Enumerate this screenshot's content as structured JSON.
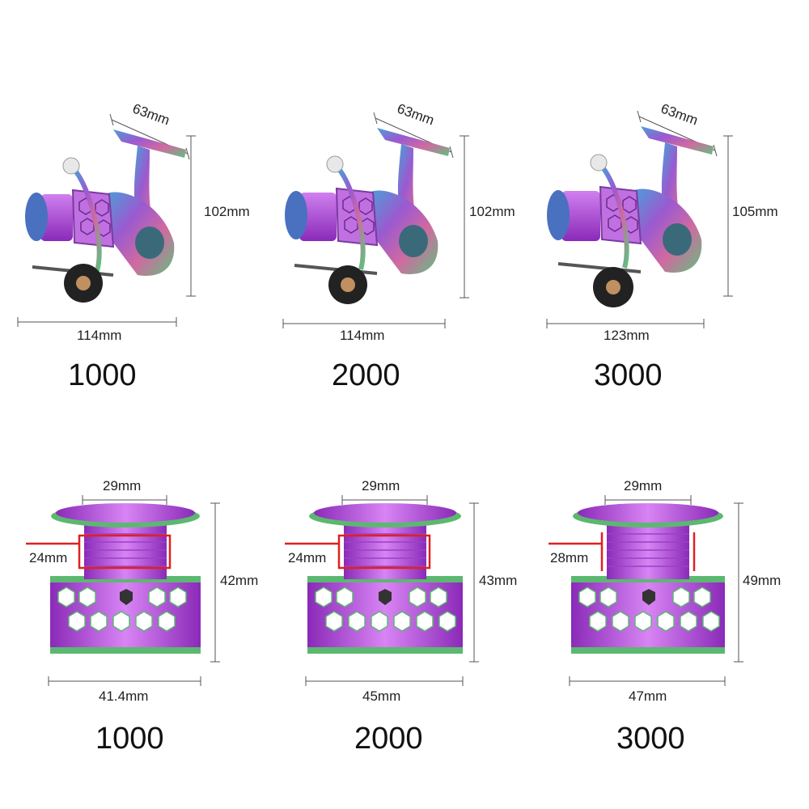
{
  "reels": [
    {
      "model": "1000",
      "handle_width": "63mm",
      "height": "102mm",
      "length": "114mm"
    },
    {
      "model": "2000",
      "handle_width": "63mm",
      "height": "102mm",
      "length": "114mm"
    },
    {
      "model": "3000",
      "handle_width": "63mm",
      "height": "105mm",
      "length": "123mm"
    }
  ],
  "spools": [
    {
      "model": "1000",
      "top_diameter": "29mm",
      "line_depth": "24mm",
      "height": "42mm",
      "base_diameter": "41.4mm"
    },
    {
      "model": "2000",
      "top_diameter": "29mm",
      "line_depth": "24mm",
      "height": "43mm",
      "base_diameter": "45mm"
    },
    {
      "model": "3000",
      "top_diameter": "29mm",
      "line_depth": "28mm",
      "height": "49mm",
      "base_diameter": "47mm"
    }
  ],
  "colors": {
    "spool_purple": "#b04ad8",
    "spool_green": "#5cb870",
    "marker_red": "#e02020"
  }
}
